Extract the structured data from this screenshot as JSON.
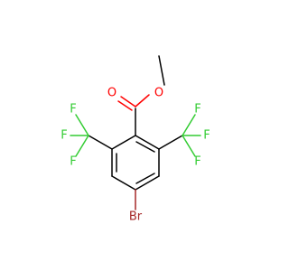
{
  "molecule": {
    "atoms": {
      "carbonyl_oxygen": {
        "symbol": "O",
        "color": "#ff0000"
      },
      "ester_oxygen": {
        "symbol": "O",
        "color": "#ff0000"
      },
      "left_f1": {
        "symbol": "F",
        "color": "#33cc33"
      },
      "left_f2": {
        "symbol": "F",
        "color": "#33cc33"
      },
      "left_f3": {
        "symbol": "F",
        "color": "#33cc33"
      },
      "right_f1": {
        "symbol": "F",
        "color": "#33cc33"
      },
      "right_f2": {
        "symbol": "F",
        "color": "#33cc33"
      },
      "right_f3": {
        "symbol": "F",
        "color": "#33cc33"
      },
      "bromine": {
        "symbol": "Br",
        "color": "#a62929"
      }
    }
  }
}
